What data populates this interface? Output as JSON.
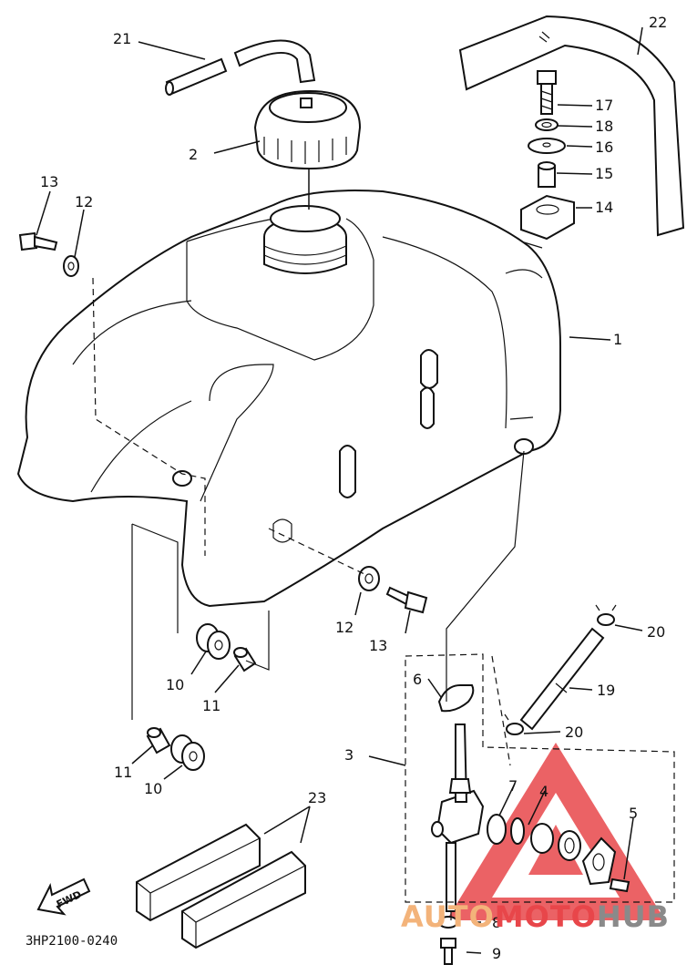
{
  "diagram": {
    "part_code": "3HP2100-0240",
    "fwd_label": "FWD",
    "watermark": {
      "word_1": "AUTO",
      "word_2": "MOTO",
      "word_3": "HUB",
      "colors": {
        "auto": "#f3b37a",
        "moto": "#e8464a",
        "hub": "#8a8a8a",
        "logo": "#e8464a"
      }
    },
    "callouts": [
      {
        "id": "1",
        "text": "1"
      },
      {
        "id": "2",
        "text": "2"
      },
      {
        "id": "3",
        "text": "3"
      },
      {
        "id": "4",
        "text": "4"
      },
      {
        "id": "5",
        "text": "5"
      },
      {
        "id": "6",
        "text": "6"
      },
      {
        "id": "7",
        "text": "7"
      },
      {
        "id": "8",
        "text": "8"
      },
      {
        "id": "9",
        "text": "9"
      },
      {
        "id": "10a",
        "text": "10"
      },
      {
        "id": "10b",
        "text": "10"
      },
      {
        "id": "11a",
        "text": "11"
      },
      {
        "id": "11b",
        "text": "11"
      },
      {
        "id": "12a",
        "text": "12"
      },
      {
        "id": "12b",
        "text": "12"
      },
      {
        "id": "13a",
        "text": "13"
      },
      {
        "id": "13b",
        "text": "13"
      },
      {
        "id": "14",
        "text": "14"
      },
      {
        "id": "15",
        "text": "15"
      },
      {
        "id": "16",
        "text": "16"
      },
      {
        "id": "17",
        "text": "17"
      },
      {
        "id": "18",
        "text": "18"
      },
      {
        "id": "19",
        "text": "19"
      },
      {
        "id": "20a",
        "text": "20"
      },
      {
        "id": "20b",
        "text": "20"
      },
      {
        "id": "21",
        "text": "21"
      },
      {
        "id": "22",
        "text": "22"
      },
      {
        "id": "23",
        "text": "23"
      }
    ]
  }
}
